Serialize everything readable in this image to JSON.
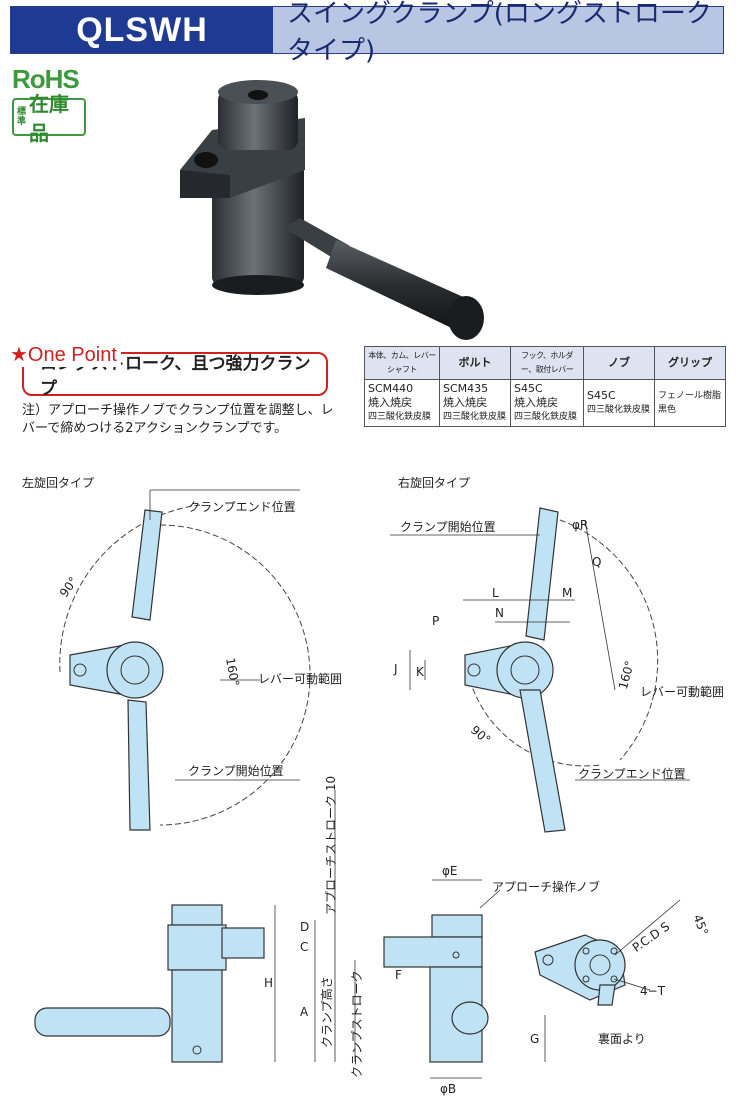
{
  "header": {
    "model": "QLSWH",
    "title": "スイングクランプ(ロングストロークタイプ)"
  },
  "badges": {
    "rohs": "RoHS",
    "stock_small": "標準",
    "stock_big": "在庫品"
  },
  "one_point": {
    "label": "★One Point",
    "headline": "ロングストローク、且つ強力クランプ",
    "note": "注）アプローチ操作ノブでクランプ位置を調整し、レバーで締めつける2アクションクランプです。"
  },
  "materials": {
    "headers": [
      "本体、カム、レバーシャフト",
      "ボルト",
      "フック、ホルダー、取付レバー",
      "ノブ",
      "グリップ"
    ],
    "cells": [
      [
        "SCM440",
        "焼入焼戻",
        "四三酸化鉄皮膜"
      ],
      [
        "SCM435",
        "焼入焼戻",
        "四三酸化鉄皮膜"
      ],
      [
        "S45C",
        "焼入焼戻",
        "四三酸化鉄皮膜"
      ],
      [
        "S45C",
        "四三酸化鉄皮膜",
        ""
      ],
      [
        "フェノール樹脂",
        "黒色",
        ""
      ]
    ]
  },
  "left_view": {
    "title": "左旋回タイプ",
    "end_label": "クランプエンド位置",
    "start_label": "クランプ開始位置",
    "range_label": "レバー可動範囲",
    "angle_90": "90°",
    "angle_160": "160°"
  },
  "right_view": {
    "title": "右旋回タイプ",
    "start_label": "クランプ開始位置",
    "end_label": "クランプエンド位置",
    "range_label": "レバー可動範囲",
    "angle_90": "90°",
    "angle_160": "160°",
    "dims": [
      "φR",
      "Q",
      "L",
      "M",
      "N",
      "P",
      "J",
      "K"
    ]
  },
  "side_view": {
    "approach_stroke": "アプローチストローク 10",
    "clamp_height": "クランプ高さ",
    "clamp_stroke": "クランプストローク",
    "knob_label": "アプローチ操作ノブ",
    "dims": [
      "H",
      "C",
      "D",
      "A",
      "F",
      "φE",
      "φB",
      "G"
    ]
  },
  "bottom_view": {
    "pcd": "P.C.D S",
    "angle": "45°",
    "tap": "4−T",
    "caption": "裏面より"
  },
  "colors": {
    "header_bg": "#1f3a93",
    "title_bg": "#b8c6e4",
    "accent_red": "#d02020",
    "rohs_green": "#3c9a3c",
    "part_fill": "#bfe3f4"
  }
}
